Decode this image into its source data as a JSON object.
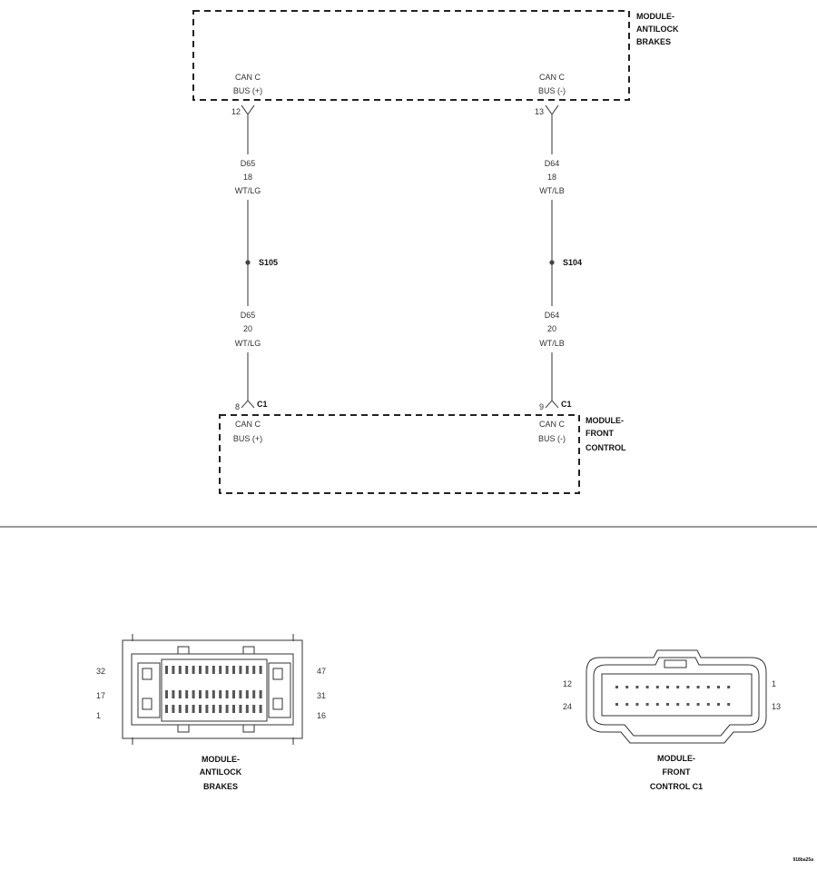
{
  "modules": {
    "abs": {
      "name_lines": [
        "MODULE-",
        "ANTILOCK",
        "BRAKES"
      ]
    },
    "fcm": {
      "name_lines": [
        "MODULE-",
        "FRONT",
        "CONTROL"
      ]
    }
  },
  "wires": {
    "left": {
      "top_pin": "12",
      "top_label": [
        "CAN C",
        "BUS (+)"
      ],
      "upper": [
        "D65",
        "18",
        "WT/LG"
      ],
      "splice": "S105",
      "lower": [
        "D65",
        "20",
        "WT/LG"
      ],
      "bottom_pin": "8",
      "bottom_connector": "C1",
      "bottom_label": [
        "CAN C",
        "BUS (+)"
      ]
    },
    "right": {
      "top_pin": "13",
      "top_label": [
        "CAN C",
        "BUS (-)"
      ],
      "upper": [
        "D64",
        "18",
        "WT/LB"
      ],
      "splice": "S104",
      "lower": [
        "D64",
        "20",
        "WT/LB"
      ],
      "bottom_pin": "9",
      "bottom_connector": "C1",
      "bottom_label": [
        "CAN C",
        "BUS (-)"
      ]
    }
  },
  "connectors": {
    "abs": {
      "pins_left": [
        "32",
        "17",
        "1"
      ],
      "pins_right": [
        "47",
        "31",
        "16"
      ],
      "caption": [
        "MODULE-",
        "ANTILOCK",
        "BRAKES"
      ]
    },
    "fcm": {
      "pins_left": [
        "12",
        "24"
      ],
      "pins_right": [
        "1",
        "13"
      ],
      "caption": [
        "MODULE-",
        "FRONT",
        "CONTROL C1"
      ]
    }
  },
  "figure_id": "918ba25a",
  "colors": {
    "line": "#333333",
    "divider": "#999999"
  }
}
